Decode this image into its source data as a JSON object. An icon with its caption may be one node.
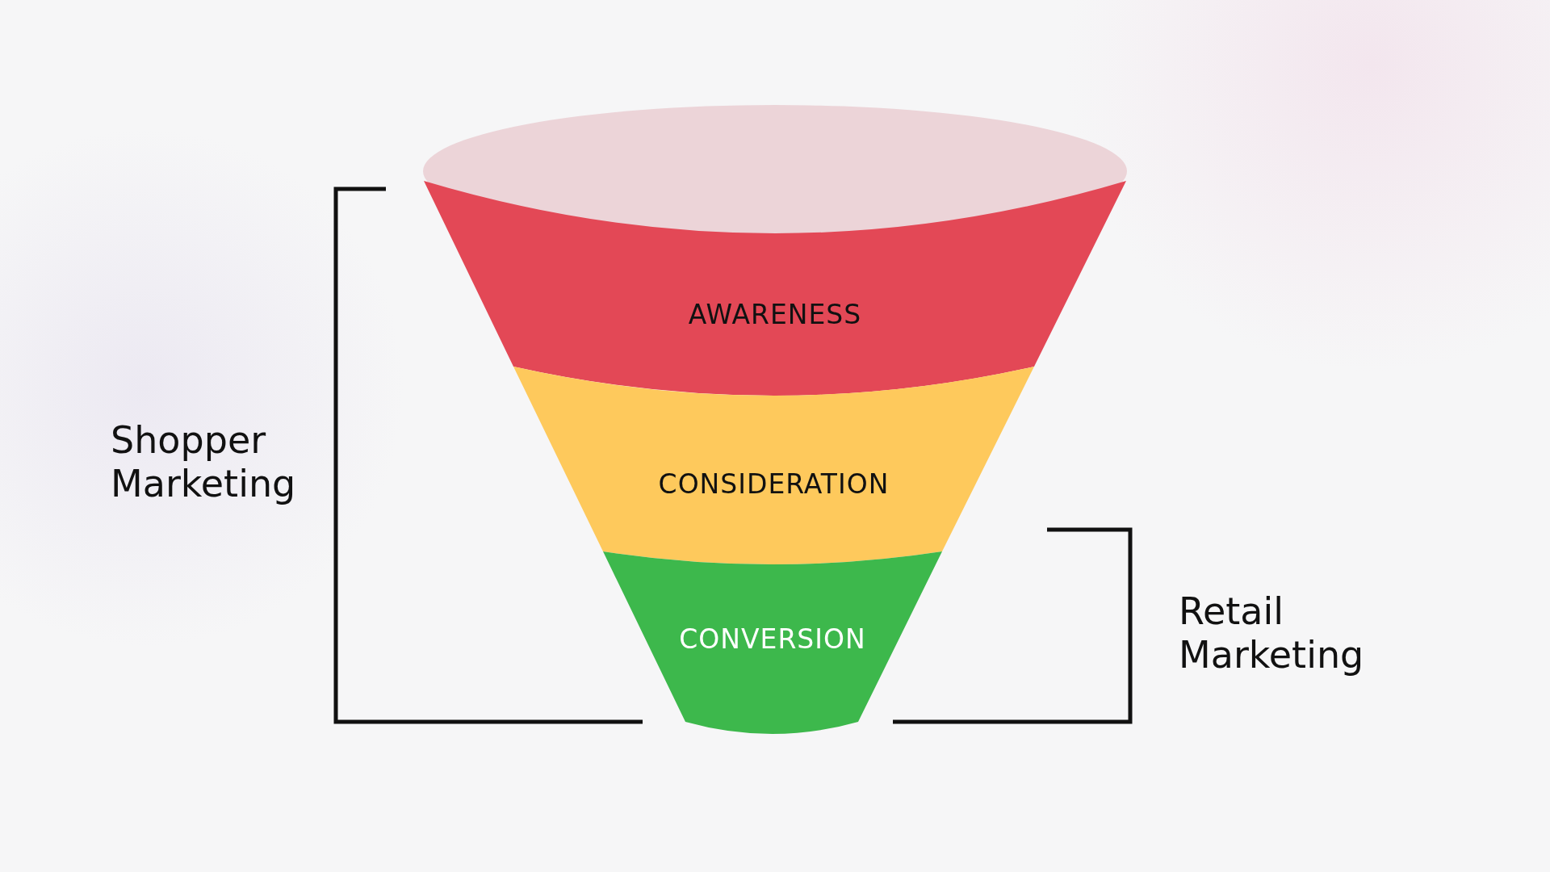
{
  "diagram": {
    "nodes": [
      {
        "text": [],
        "shape": "ellipse"
      },
      {
        "text": [
          "AWARENESS"
        ]
      },
      {
        "text": [
          "CONSIDERATION"
        ]
      },
      {
        "text": [
          "CONVERSION"
        ]
      }
    ],
    "labels": [
      "Shopper Marketing",
      "Retail Marketing"
    ]
  }
}
